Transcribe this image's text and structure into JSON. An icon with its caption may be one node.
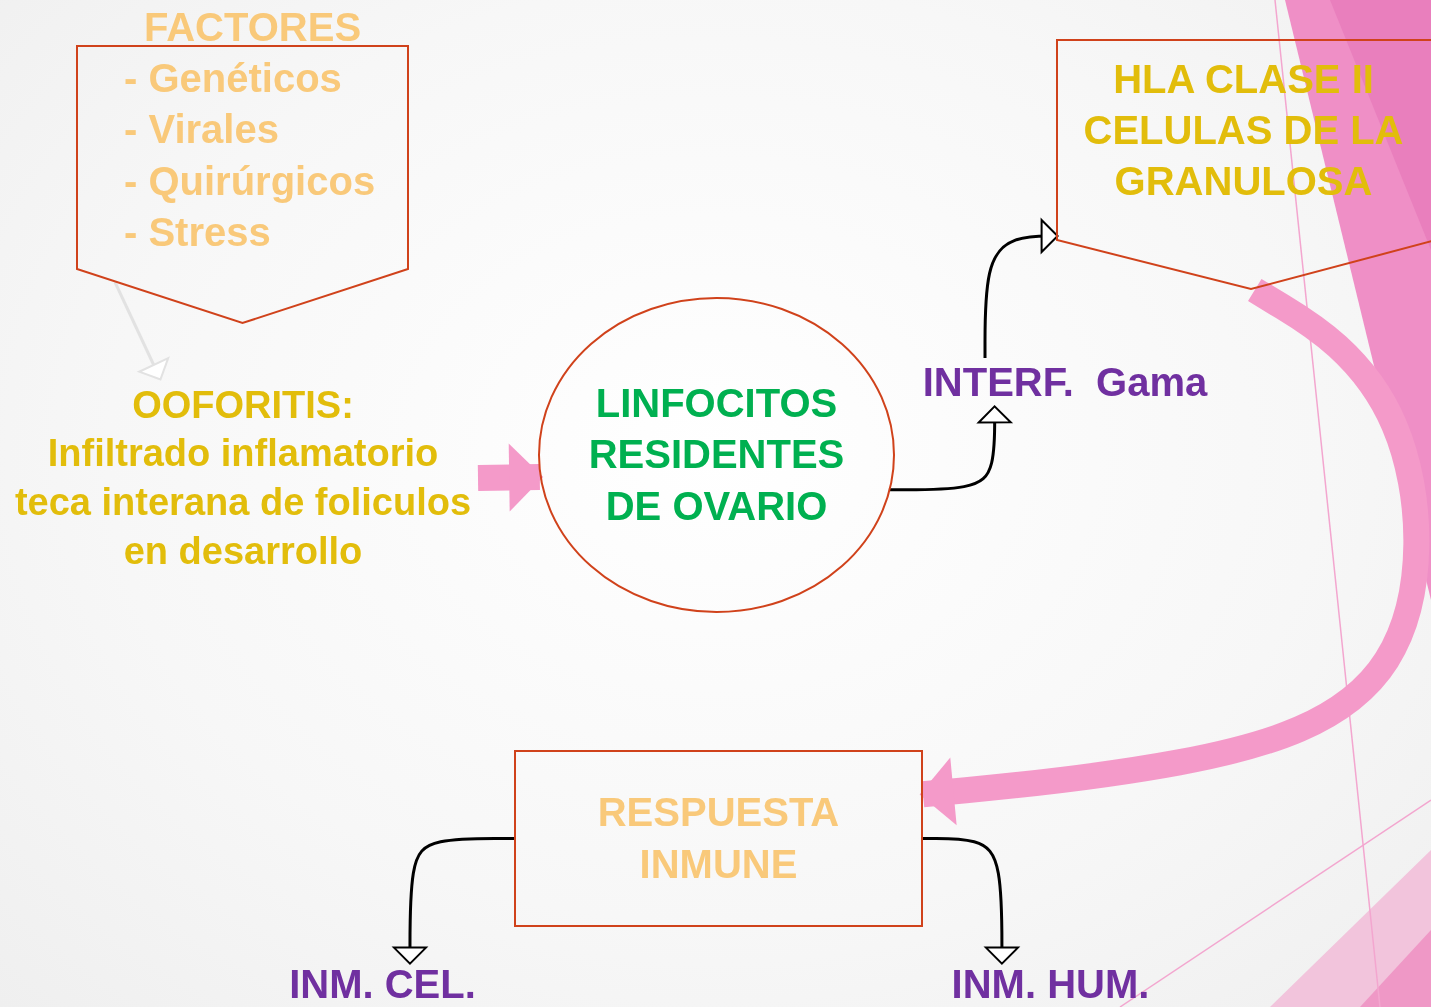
{
  "diagram": {
    "nodes": [
      {
        "text": [
          "FACTORES",
          "- Genéticos",
          "- Virales",
          "- Quirúrgicos",
          "- Stress"
        ]
      },
      {
        "text": [
          "OOFORITIS:",
          "Infiltrado inflamatorio teca interana de foliculos en desarrollo"
        ]
      },
      {
        "text": [
          "LINFOCITOS RESIDENTES DE OVARIO"
        ]
      },
      {
        "text": [
          "INTERF.  Gama"
        ]
      },
      {
        "text": [
          "HLA CLASE II CELULAS DE LA GRANULOSA"
        ]
      },
      {
        "text": [
          "RESPUESTA INMUNE"
        ]
      },
      {
        "text": [
          "INM. CEL."
        ]
      },
      {
        "text": [
          "INM. HUM."
        ]
      }
    ],
    "edges": [
      {
        "from": 0,
        "to": 1,
        "arrow": "to",
        "color": "#e2e2e2"
      },
      {
        "from": 1,
        "to": 2,
        "arrow": "to",
        "style": "thick",
        "color": "#f49ac9"
      },
      {
        "from": 2,
        "to": 3,
        "arrow": "to"
      },
      {
        "from": 3,
        "to": 4,
        "arrow": "to"
      },
      {
        "from": 4,
        "to": 5,
        "arrow": "to",
        "style": "thick",
        "color": "#f49ac9"
      },
      {
        "from": 5,
        "to": 6,
        "arrow": "to"
      },
      {
        "from": 5,
        "to": 7,
        "arrow": "to"
      }
    ]
  }
}
